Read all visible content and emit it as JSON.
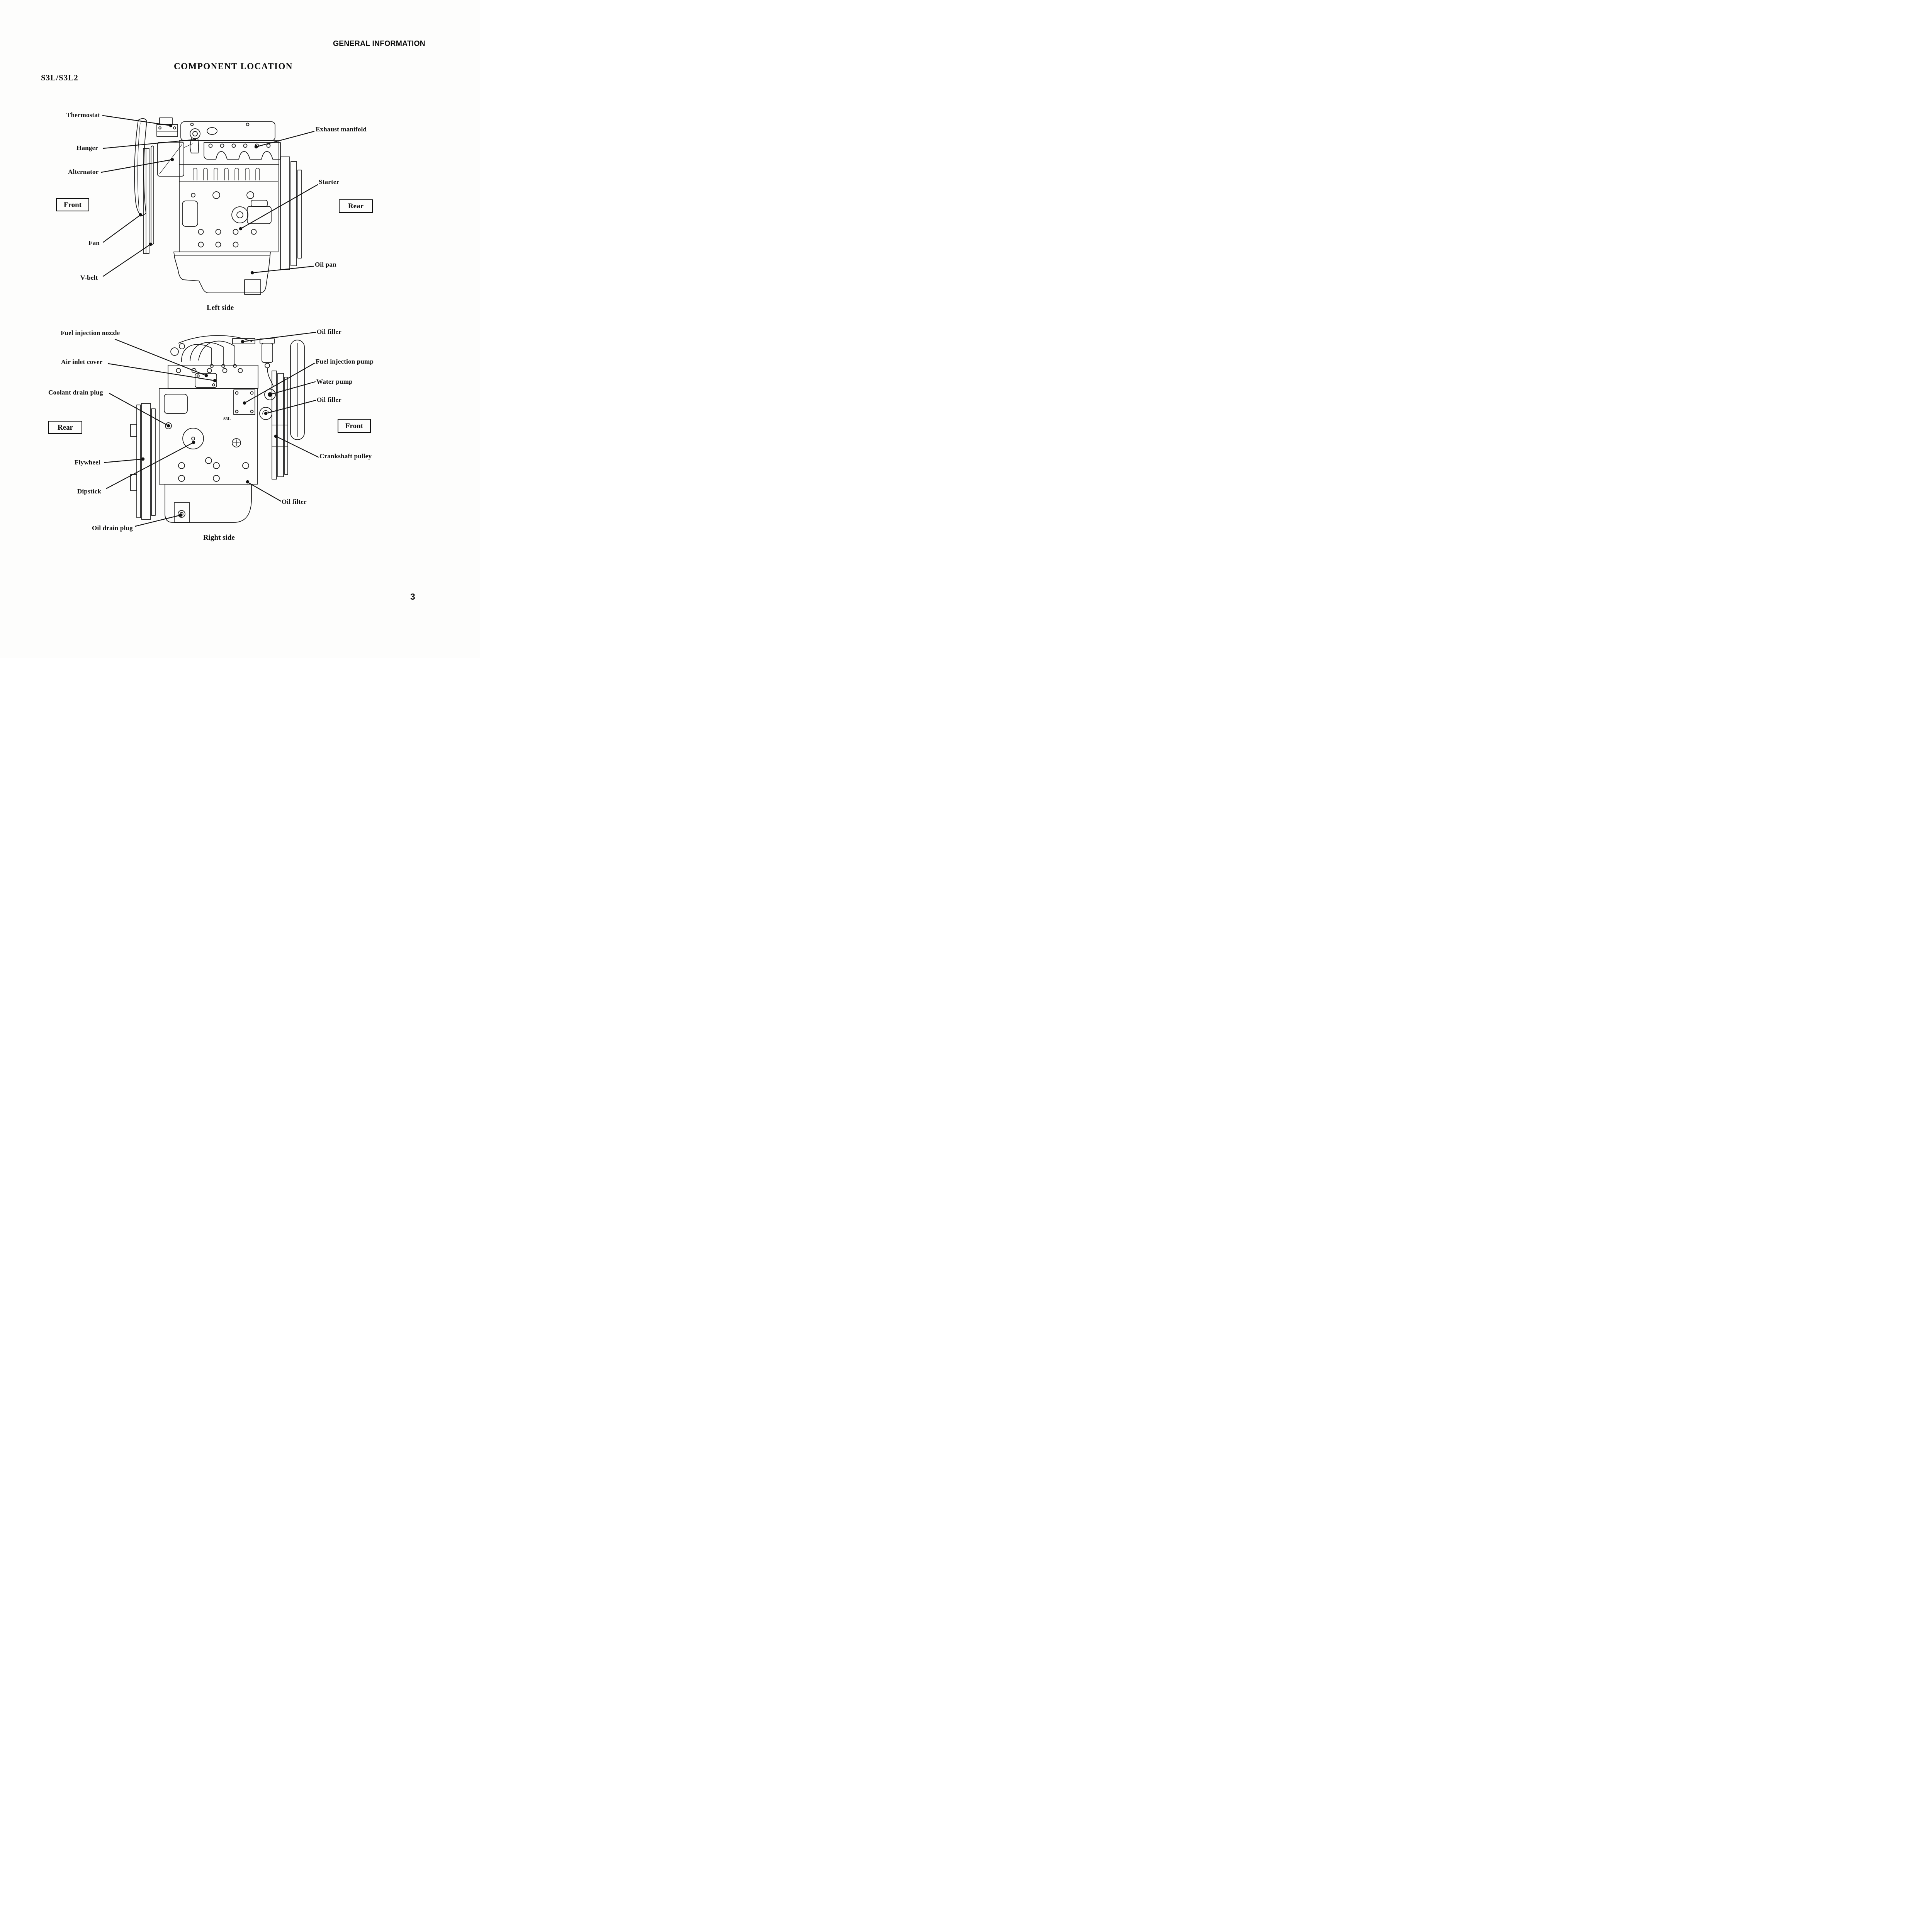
{
  "page": {
    "header": "GENERAL INFORMATION",
    "title": "COMPONENT LOCATION",
    "model": "S3L/S3L2",
    "page_number": "3"
  },
  "diagrams": [
    {
      "caption": "Left side",
      "boxes": [
        {
          "label": "Front"
        },
        {
          "label": "Rear"
        }
      ],
      "callouts": [
        {
          "label": "Thermostat"
        },
        {
          "label": "Hanger"
        },
        {
          "label": "Alternator"
        },
        {
          "label": "Fan"
        },
        {
          "label": "V-belt"
        },
        {
          "label": "Exhaust manifold"
        },
        {
          "label": "Starter"
        },
        {
          "label": "Oil pan"
        }
      ]
    },
    {
      "caption": "Right side",
      "engine_text": "S3L",
      "boxes": [
        {
          "label": "Rear"
        },
        {
          "label": "Front"
        }
      ],
      "callouts": [
        {
          "label": "Fuel injection nozzle"
        },
        {
          "label": "Air inlet cover"
        },
        {
          "label": "Coolant drain plug"
        },
        {
          "label": "Flywheel"
        },
        {
          "label": "Dipstick"
        },
        {
          "label": "Oil drain plug"
        },
        {
          "label": "Oil filler"
        },
        {
          "label": "Fuel injection pump"
        },
        {
          "label": "Water pump"
        },
        {
          "label": "Oil filler"
        },
        {
          "label": "Crankshaft pulley"
        },
        {
          "label": "Oil filter"
        }
      ]
    }
  ]
}
